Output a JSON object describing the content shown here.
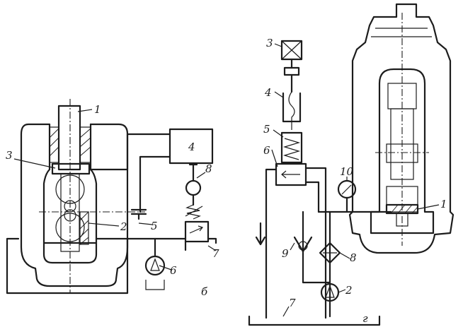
{
  "diagram_b": {
    "caption": "б",
    "labels": [
      "1",
      "2",
      "3",
      "4",
      "5",
      "6",
      "7",
      "8"
    ]
  },
  "diagram_g": {
    "caption": "г",
    "labels": [
      "1",
      "2",
      "3",
      "4",
      "5",
      "6",
      "7",
      "8",
      "9",
      "10"
    ]
  },
  "icons": [
    "pump-icon",
    "pressure-gauge-icon",
    "filter-icon",
    "check-valve-icon",
    "pressure-valve-icon",
    "motor-icon",
    "flow-arrow-icon"
  ]
}
